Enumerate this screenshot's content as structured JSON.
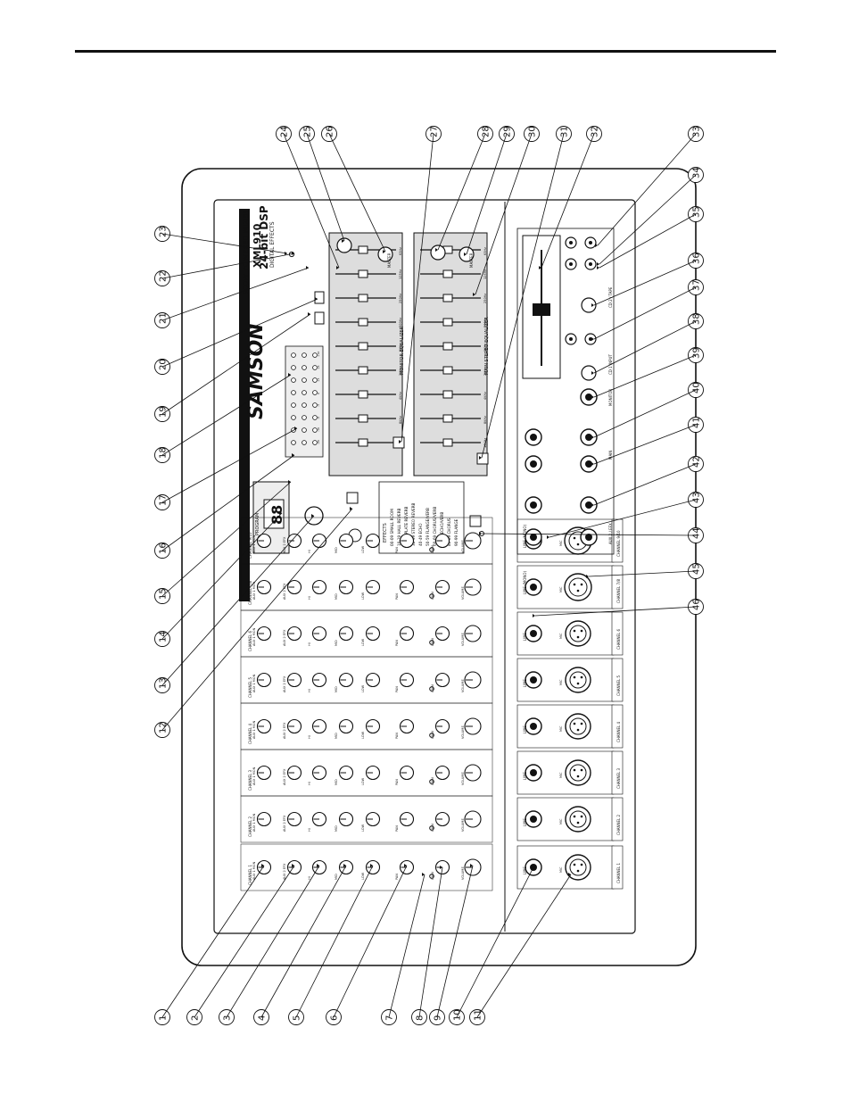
{
  "panel": {
    "brand": "SAMSON",
    "model": "XML910",
    "subtitle": "900W POWERED MIXER",
    "dsp_title": "24-bit DSP",
    "dsp_subtitle": "DIGITAL EFFECTS",
    "monitor_eq_label": "MONITOR EQUALIZER",
    "main_eq_label": "MAIN STEREO EQUALIZER",
    "low_cut_label": "LOW CUT 75Hz",
    "program_label": "PROGRAM",
    "program_display": "88",
    "select_label": "SELECT",
    "efx_level_label": "EFX LEVEL",
    "efx_bypass_label": "EFX BYPASS",
    "peak_limiter_label": "PEAK LIMITER",
    "power_label": "POWER",
    "master_label": "MASTER",
    "efx_to_main_label": "EFX TO MAIN",
    "efx_to_mon_label": "EFX TO MON",
    "aux_send_label": "AUX 1 SEND",
    "aux_return_label": "EFX RETURN",
    "amp_in_label": "AMP IN",
    "pre_out_label": "PRE OUT",
    "monitor_section_label": "MONITOR",
    "main_section_label": "MAIN",
    "aux_efx_label": "AUX 2 / EFX",
    "cd_input_label": "CD 1 INPUT",
    "cd_tape_label": "CD 2 / TAPE",
    "volume_label": "VOLUME",
    "line_label": "LINE",
    "line_mono_label": "LINE (MONO)",
    "mic_label": "MIC",
    "effects_header": "EFFECTS",
    "effects_list": [
      "00-09 SMALL ROOM",
      "10-19 HALL REVERB",
      "20-29 PLATE REVERB",
      "30-39 STEREO REVERB",
      "40-49 ECHO",
      "50-59 FLANGE/VERB",
      "60-69 CHORUS/VERB",
      "70-79 ECHO/VERB",
      "80-89 CHORUS",
      "90-99 FLANGE"
    ],
    "channel_labels": [
      "CHANNEL 1",
      "CHANNEL 2",
      "CHANNEL 3",
      "CHANNEL 4",
      "CHANNEL 5",
      "CHANNEL 6",
      "CHANNEL 7/8",
      "CHANNEL 9/10"
    ],
    "strip_knob_labels": [
      "AUX 1 MON",
      "AUX 2 EFX",
      "HI",
      "MID",
      "LOW",
      "PAN",
      "GAIN",
      "VOLUME"
    ],
    "eq_band_labels": [
      "63Hz",
      "125Hz",
      "250Hz",
      "500Hz",
      "1KHz",
      "2KHz",
      "4KHz",
      "8KHz",
      "16KHz"
    ],
    "meter_labels": [
      "+10",
      "+6",
      "+3",
      "0",
      "-3",
      "-6",
      "-10",
      "-20"
    ],
    "crossfade_label": "CD"
  },
  "callouts": {
    "left": [
      "1",
      "2",
      "3",
      "4",
      "5",
      "6",
      "7",
      "8",
      "9",
      "10",
      "11"
    ],
    "left_upper": [
      "12",
      "13",
      "14",
      "15",
      "16",
      "17",
      "18",
      "19",
      "20",
      "21",
      "22",
      "23"
    ],
    "top": [
      "24",
      "25",
      "26",
      "27",
      "28",
      "29",
      "30",
      "31",
      "32",
      "33"
    ],
    "right": [
      "34",
      "35",
      "36",
      "37",
      "38",
      "39",
      "40",
      "41",
      "42",
      "43",
      "44",
      "45",
      "46"
    ]
  }
}
